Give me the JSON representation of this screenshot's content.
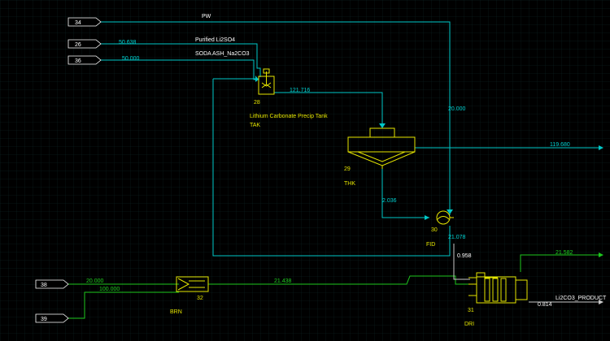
{
  "colors": {
    "background": "#000000",
    "grid": "#0e2a2a",
    "stream_cyan": "#00c8c8",
    "stream_green": "#1ec81e",
    "stream_white": "#c8c8c8",
    "unit_yellow": "#e6e600",
    "label_white": "#ffffff",
    "value_cyan": "#00d2d2",
    "value_green": "#20d020"
  },
  "feeds": {
    "f34": {
      "label": "34"
    },
    "f26": {
      "label": "26"
    },
    "f36": {
      "label": "36"
    },
    "f38": {
      "label": "38"
    },
    "f39": {
      "label": "39"
    }
  },
  "streams": {
    "pw_label": "PW",
    "li2so4_label": "Purified Li2SO4",
    "li2so4_value": "50.638",
    "soda_label": "SODA ASH_Na2CO3",
    "soda_value": "50.000",
    "tank_out_value": "121.716",
    "pw_value": "20.000",
    "overflow_value": "119.680",
    "underflow_value": "2.036",
    "filter_out_value": "21.078",
    "dryer_in_value": "0.958",
    "f38_value": "20.000",
    "f39_value": "100.000",
    "burner_out_value": "21.438",
    "top_out_value": "21.582",
    "product_value": "0.814",
    "product_label": "Li2CO3_PRODUCT"
  },
  "units": {
    "tak": {
      "id": "28",
      "name": "Lithium Carbonate Precip Tank",
      "tag": "TAK"
    },
    "thk": {
      "id": "29",
      "tag": "THK"
    },
    "fid": {
      "id": "30",
      "tag": "FID"
    },
    "brn": {
      "id": "32",
      "tag": "BRN"
    },
    "dri": {
      "id": "31",
      "tag": "DRI"
    }
  }
}
